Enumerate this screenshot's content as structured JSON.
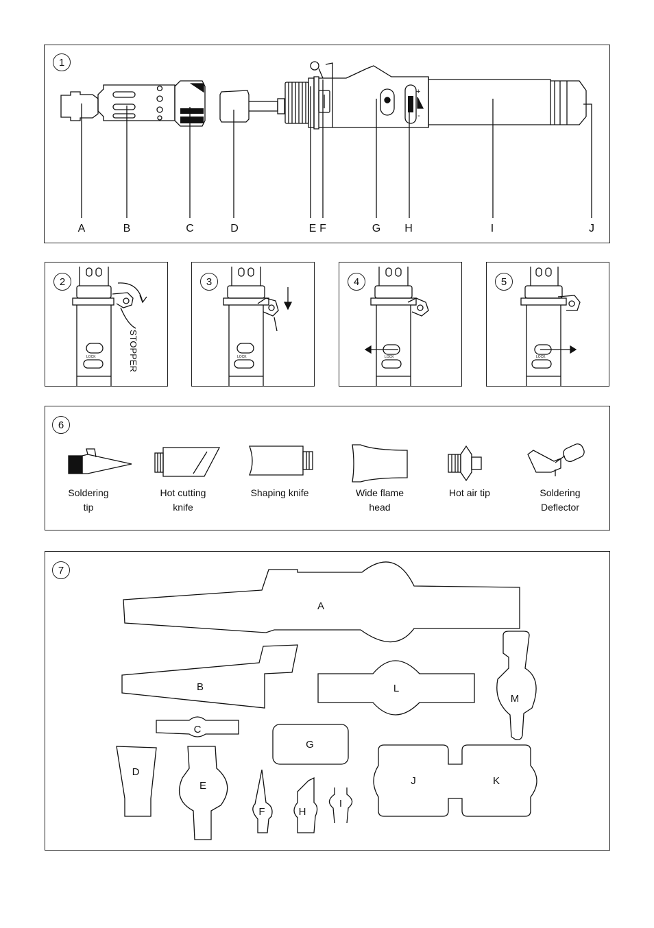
{
  "figure1": {
    "number": "1",
    "labels": [
      "A",
      "B",
      "C",
      "D",
      "E",
      "F",
      "G",
      "H",
      "I",
      "J"
    ],
    "switch_plus": "+",
    "switch_minus": "-"
  },
  "figure2": {
    "number": "2",
    "stopper_label": "STOPPER"
  },
  "figure3": {
    "number": "3"
  },
  "figure4": {
    "number": "4"
  },
  "figure5": {
    "number": "5"
  },
  "lock_label": "LOCK",
  "figure6": {
    "number": "6",
    "items": [
      {
        "line1": "Soldering",
        "line2": "tip",
        "icon": "soldering-tip-icon"
      },
      {
        "line1": "Hot cutting",
        "line2": "knife",
        "icon": "hot-cutting-knife-icon"
      },
      {
        "line1": "Shaping knife",
        "line2": "",
        "icon": "shaping-knife-icon"
      },
      {
        "line1": "Wide flame",
        "line2": "head",
        "icon": "wide-flame-head-icon"
      },
      {
        "line1": "Hot air tip",
        "line2": "",
        "icon": "hot-air-tip-icon"
      },
      {
        "line1": "Soldering",
        "line2": "Deflector",
        "icon": "soldering-deflector-icon"
      }
    ]
  },
  "figure7": {
    "number": "7",
    "cutouts": [
      "A",
      "B",
      "C",
      "D",
      "E",
      "F",
      "G",
      "H",
      "I",
      "J",
      "K",
      "L",
      "M"
    ]
  }
}
